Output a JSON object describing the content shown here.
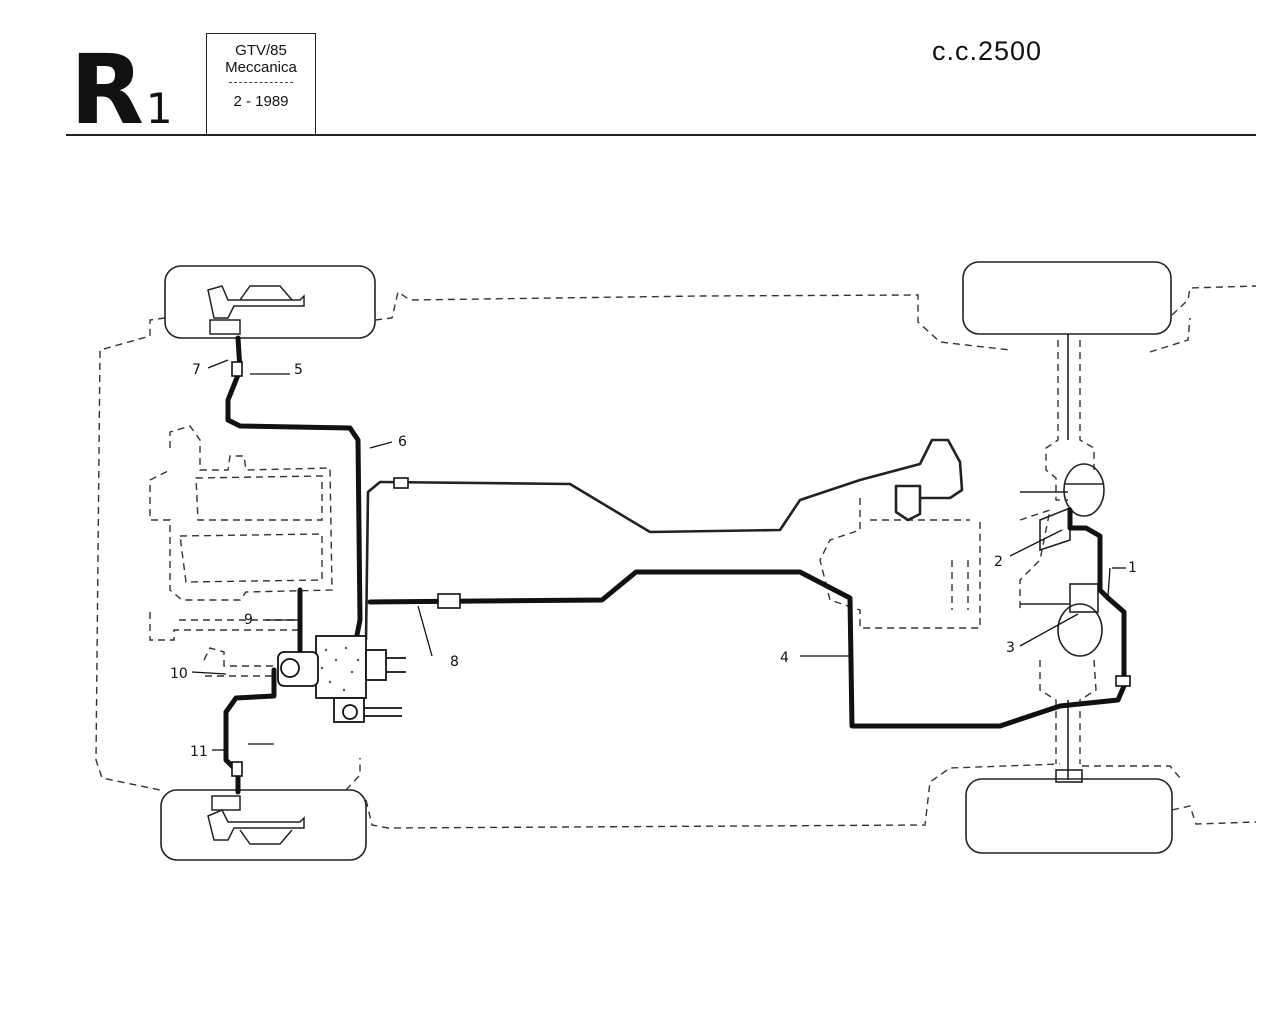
{
  "header": {
    "section_letter": "R",
    "section_number": "1",
    "model": "GTV/85",
    "category": "Meccanica",
    "date": "2 - 1989",
    "displacement": "c.c.2500"
  },
  "callouts": [
    {
      "id": "1",
      "label": "1"
    },
    {
      "id": "2",
      "label": "2"
    },
    {
      "id": "3",
      "label": "3"
    },
    {
      "id": "4",
      "label": "4"
    },
    {
      "id": "5",
      "label": "5"
    },
    {
      "id": "6",
      "label": "6"
    },
    {
      "id": "7",
      "label": "7"
    },
    {
      "id": "8",
      "label": "8"
    },
    {
      "id": "9",
      "label": "9"
    },
    {
      "id": "10",
      "label": "10"
    },
    {
      "id": "11",
      "label": "11"
    }
  ]
}
